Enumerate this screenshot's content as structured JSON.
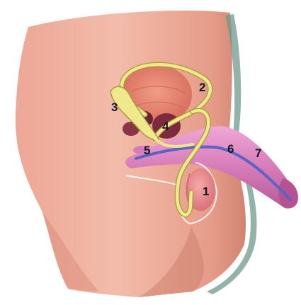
{
  "colors": {
    "skin_light": "#f0b4a4",
    "skin_mid": "#e49482",
    "skin_shadow": "#c9765f",
    "shadow_teal": "#5f8d84",
    "bladder": "#e58470",
    "duct": "#efe88c",
    "duct_outline": "#a89a3e",
    "prostate": "#7e2a3e",
    "penis": "#d77cb8",
    "urethra": "#5a64c4",
    "testis": "#ea8c8f",
    "label": "#151525"
  },
  "labels": [
    {
      "id": "testis",
      "text": "1"
    },
    {
      "id": "vas-deferens",
      "text": "2"
    },
    {
      "id": "seminal-vesicle",
      "text": "3"
    },
    {
      "id": "prostate",
      "text": "4"
    },
    {
      "id": "bulbourethral-gland",
      "text": "5"
    },
    {
      "id": "urethra",
      "text": "6"
    },
    {
      "id": "penis",
      "text": "7"
    }
  ]
}
